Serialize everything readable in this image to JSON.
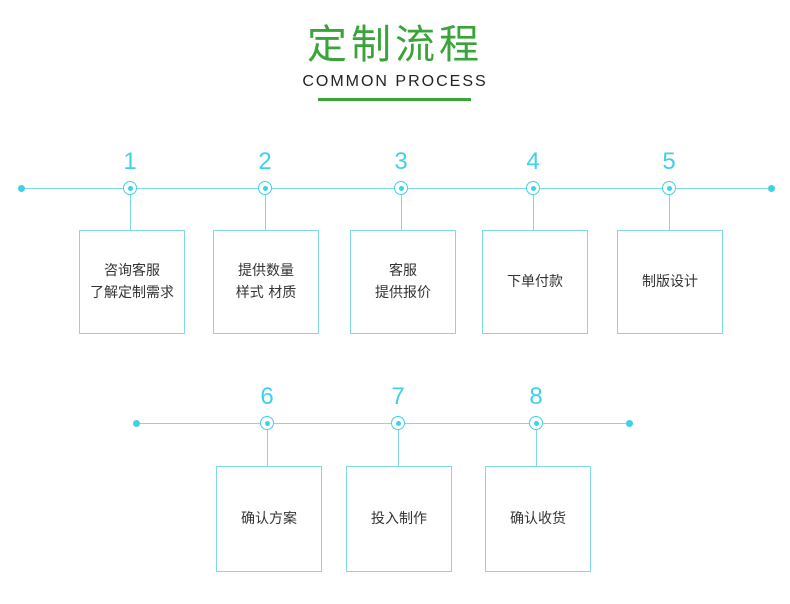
{
  "header": {
    "title": "定制流程",
    "subtitle": "COMMON PROCESS"
  },
  "steps": [
    {
      "number": "1",
      "lines": [
        "咨询客服",
        "了解定制需求"
      ]
    },
    {
      "number": "2",
      "lines": [
        "提供数量",
        "样式 材质"
      ]
    },
    {
      "number": "3",
      "lines": [
        "客服",
        "提供报价"
      ]
    },
    {
      "number": "4",
      "lines": [
        "下单付款"
      ]
    },
    {
      "number": "5",
      "lines": [
        "制版设计"
      ]
    },
    {
      "number": "6",
      "lines": [
        "确认方案"
      ]
    },
    {
      "number": "7",
      "lines": [
        "投入制作"
      ]
    },
    {
      "number": "8",
      "lines": [
        "确认收货"
      ]
    }
  ],
  "colors": {
    "title_green": "#3aa43a",
    "accent_cyan": "#3fd1e8",
    "line_cyan": "#7fd9e6",
    "text": "#333333"
  }
}
